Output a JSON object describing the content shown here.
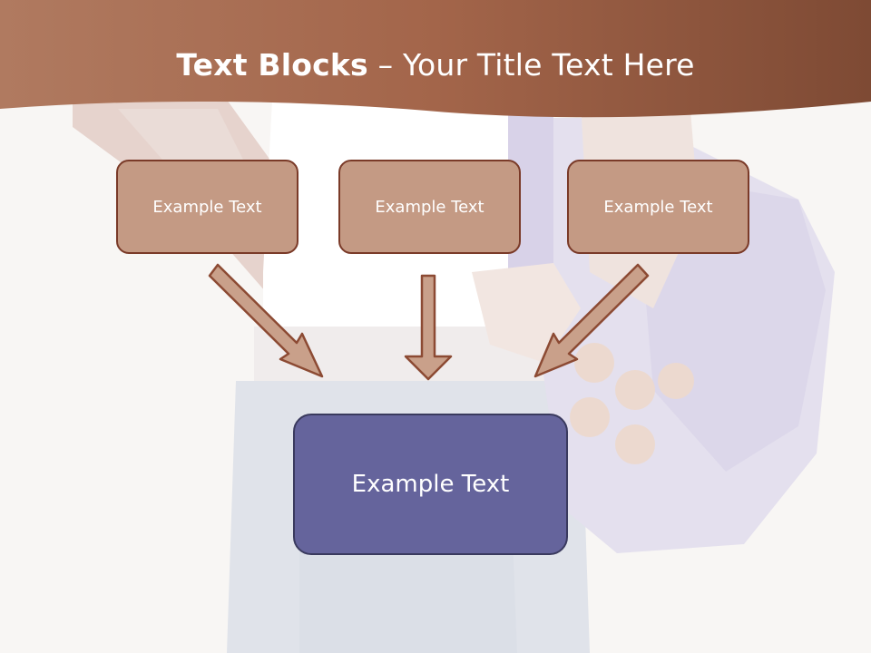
{
  "title": {
    "bold": "Text Blocks",
    "rest": " – Your Title Text Here"
  },
  "blocks": [
    {
      "label": "Example Text"
    },
    {
      "label": "Example Text"
    },
    {
      "label": "Example Text"
    }
  ],
  "main_block": {
    "label": "Example Text"
  },
  "colors": {
    "header": "#a3654a",
    "top_block": "#c49a84",
    "top_block_border": "#7a3a28",
    "main_block": "#65649c",
    "arrow_fill": "#c9a08a",
    "arrow_stroke": "#8c4a33"
  }
}
